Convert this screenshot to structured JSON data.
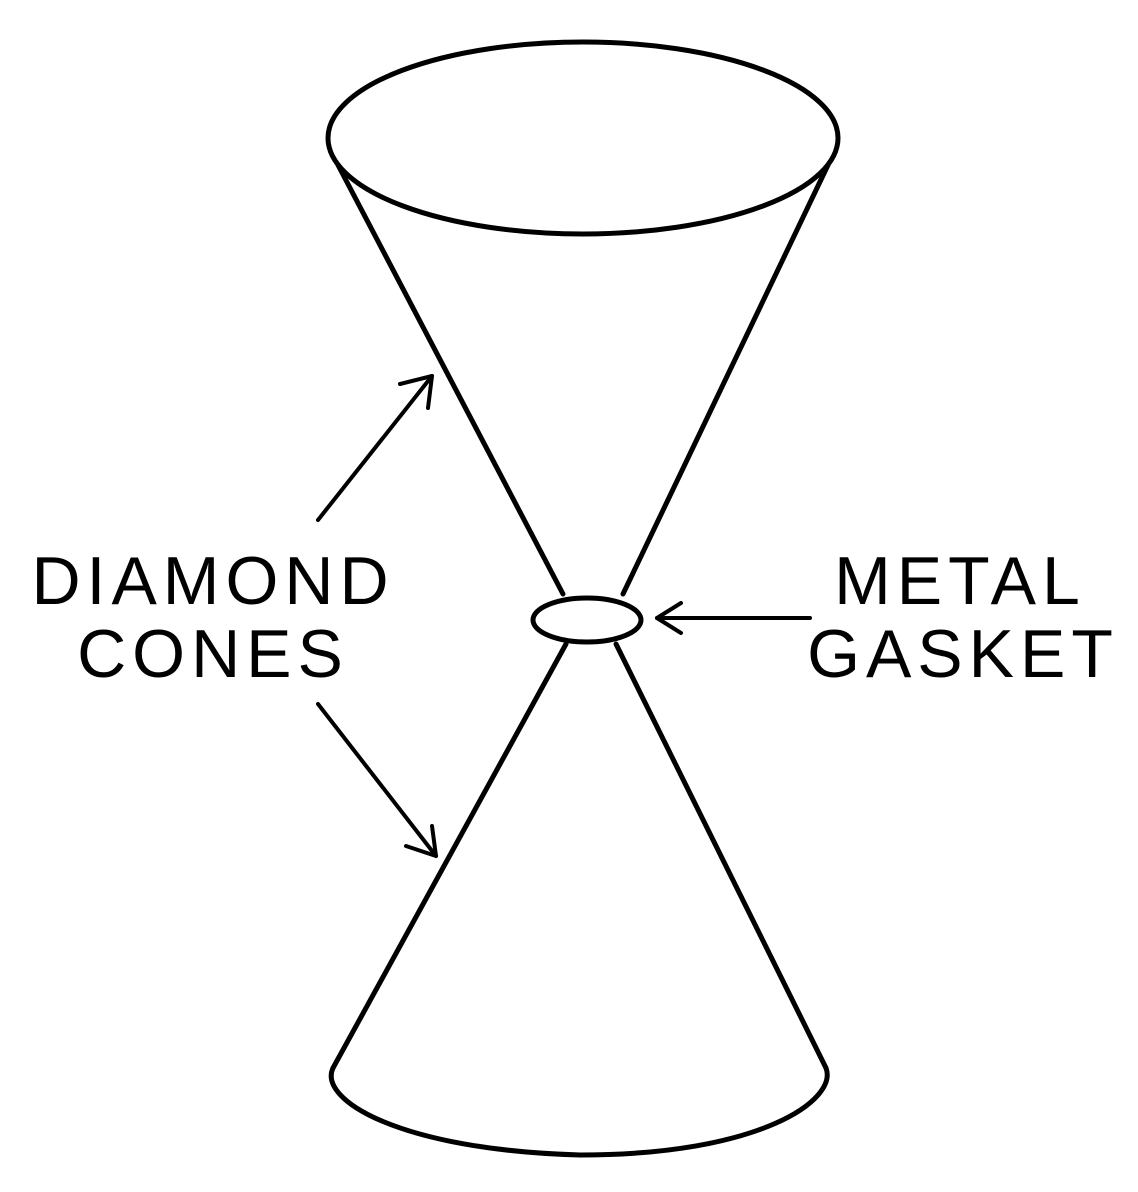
{
  "labels": {
    "diamond_cones": {
      "line1": "DIAMOND",
      "line2": "CONES"
    },
    "metal_gasket": {
      "line1": "METAL",
      "line2": "GASKET"
    }
  },
  "colors": {
    "stroke": "#000000",
    "background": "#ffffff"
  },
  "icons": {
    "upper_cone": "cone-shape",
    "lower_cone": "cone-shape",
    "gasket": "ellipse-ring",
    "arrows": "arrow-pointer"
  }
}
